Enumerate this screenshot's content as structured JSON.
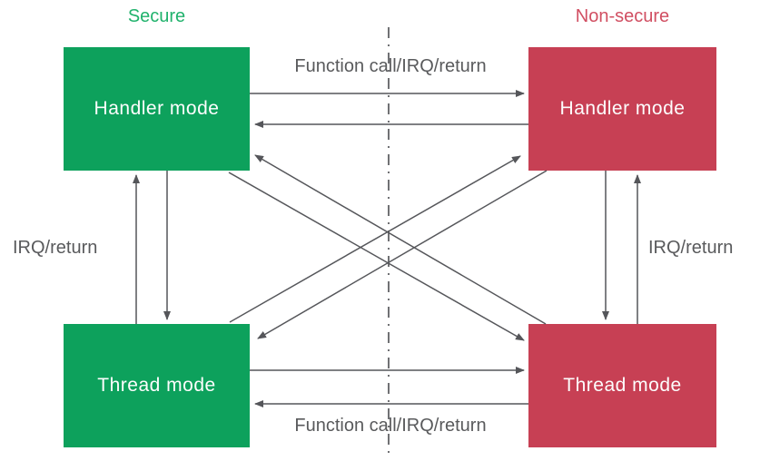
{
  "diagram": {
    "title_secure": "Secure",
    "title_nonsecure": "Non-secure",
    "boxes": {
      "secure_handler": "Handler mode",
      "secure_thread": "Thread mode",
      "nonsecure_handler": "Handler mode",
      "nonsecure_thread": "Thread mode"
    },
    "edge_labels": {
      "top": "Function call/IRQ/return",
      "bottom": "Function call/IRQ/return",
      "left": "IRQ/return",
      "right": "IRQ/return"
    },
    "colors": {
      "secure": "#0da15c",
      "secure_title": "#20b26c",
      "nonsecure": "#c74054",
      "nonsecure_title": "#d14f62",
      "line": "#55565a",
      "label_text": "#595a5c",
      "divider": "#707174",
      "box_text": "#fdfdfd"
    }
  }
}
